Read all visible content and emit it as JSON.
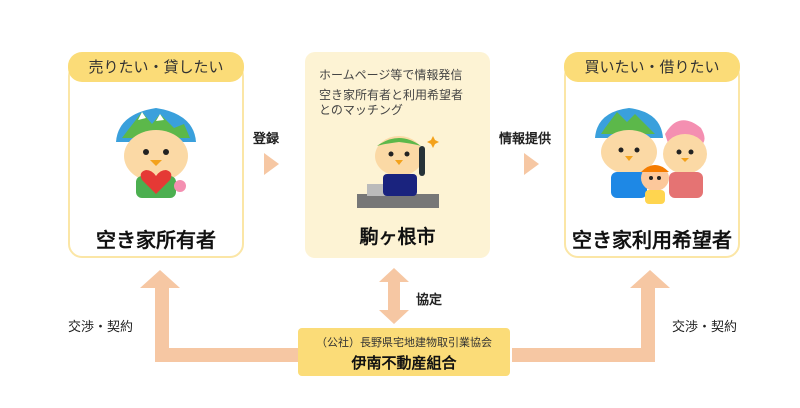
{
  "seller": {
    "tag": "売りたい・貸したい",
    "title": "空き家所有者",
    "icon": "mascot-with-heart-icon"
  },
  "buyer": {
    "tag": "買いたい・借りたい",
    "title": "空き家利用希望者",
    "icon": "mascot-family-icon"
  },
  "city": {
    "line1": "ホームページ等で情報発信",
    "line2": "空き家所有者と利用希望者",
    "line3": "とのマッチング",
    "title": "駒ヶ根市",
    "icon": "mascot-telephone-icon"
  },
  "association": {
    "line1": "（公社）長野県宅地建物取引業協会",
    "line2": "伊南不動産組合"
  },
  "flows": {
    "register": "登録",
    "info": "情報提供",
    "agreement": "協定",
    "negotiation_left": "交渉・契約",
    "negotiation_right": "交渉・契約"
  },
  "colors": {
    "tag_fill": "#fbdc78",
    "card_border": "#fbe6a6",
    "center_fill": "#fdf3d4",
    "arrow": "#f6c7a3"
  }
}
